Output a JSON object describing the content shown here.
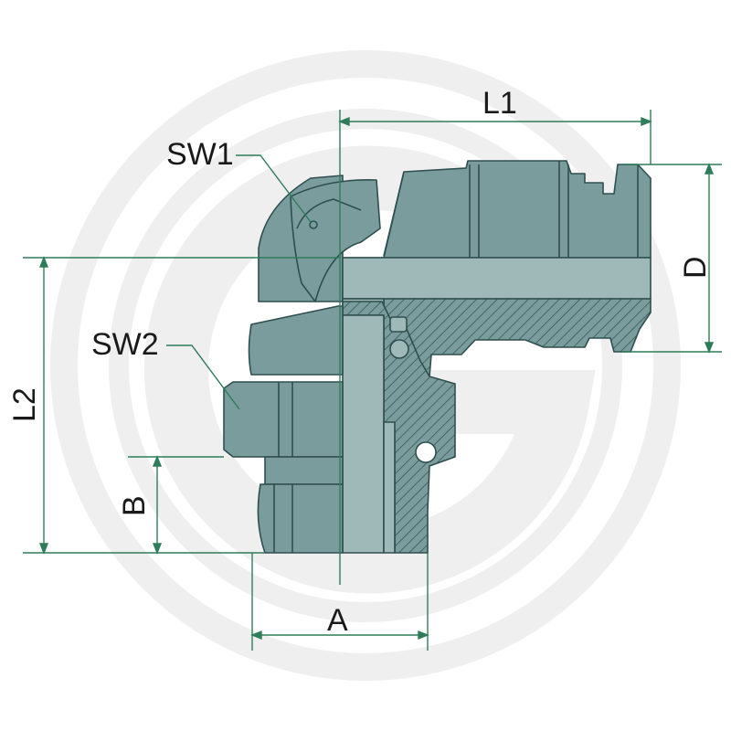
{
  "labels": {
    "l1": "L1",
    "l2": "L2",
    "sw1": "SW1",
    "sw2": "SW2",
    "a": "A",
    "b": "B",
    "d": "D"
  },
  "colors": {
    "part_fill": "#7a9c9c",
    "part_stroke": "#2f4f4f",
    "dim_line": "#2e7d5a",
    "watermark": "#eeeeee",
    "hatch": "#2f4f4f"
  }
}
